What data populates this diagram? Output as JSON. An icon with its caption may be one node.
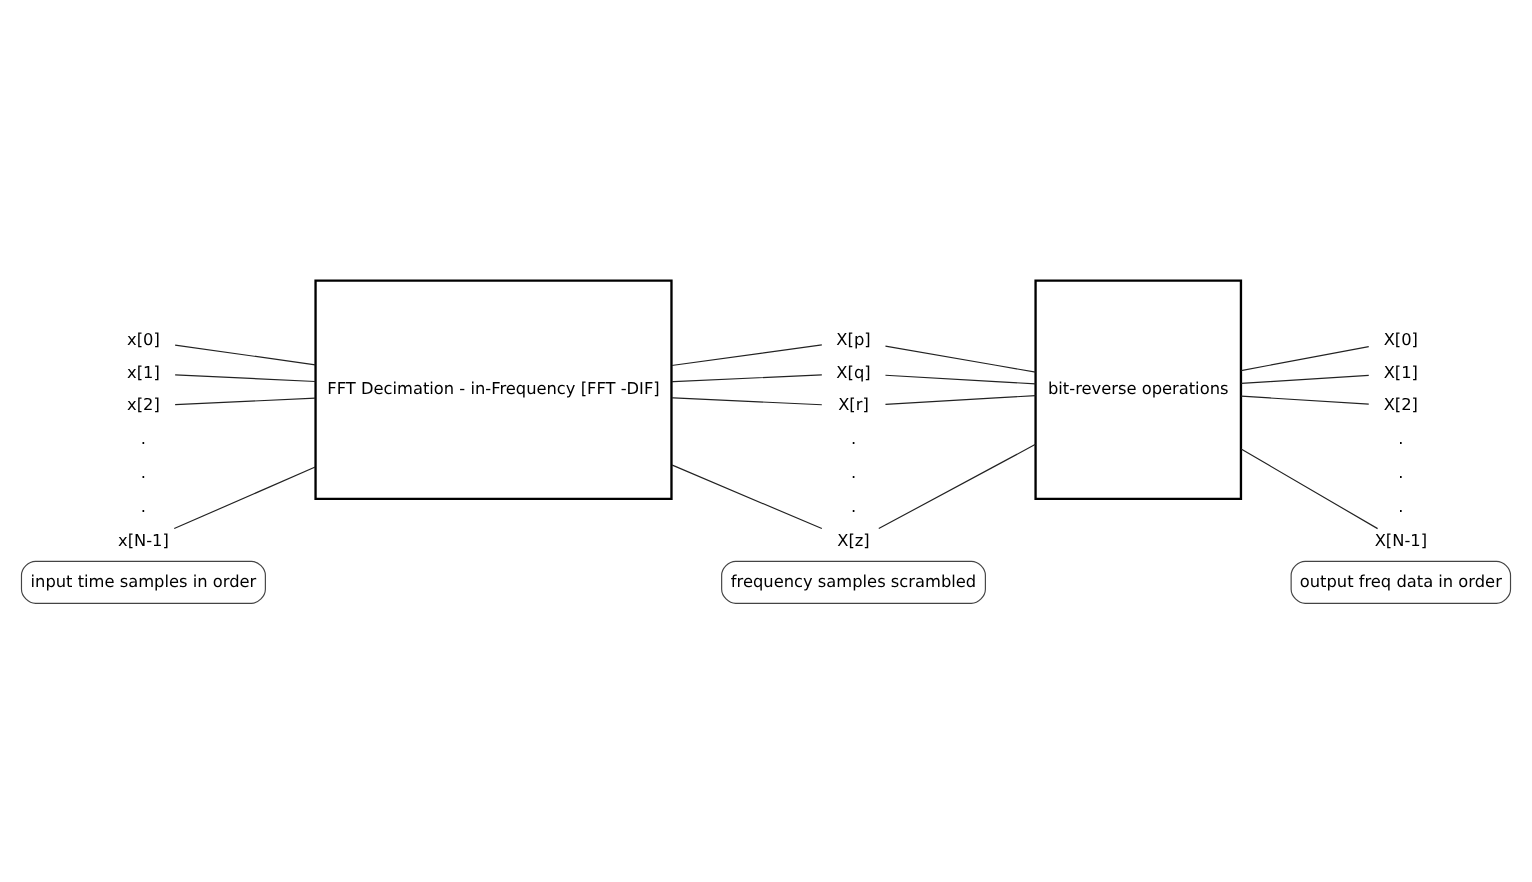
{
  "diagram": {
    "nodes": [
      {
        "text": [
          "x[0]"
        ]
      },
      {
        "text": [
          "x[1]"
        ]
      },
      {
        "text": [
          "x[2]"
        ]
      },
      {
        "text": [
          "x[N-1]"
        ]
      },
      {
        "text": [
          "FFT Decimation - in-Frequency [FFT -DIF]"
        ]
      },
      {
        "text": [
          "X[p]"
        ]
      },
      {
        "text": [
          "X[q]"
        ]
      },
      {
        "text": [
          "X[r]"
        ]
      },
      {
        "text": [
          "X[z]"
        ]
      },
      {
        "text": [
          "bit-reverse operations"
        ]
      },
      {
        "text": [
          "X[0]"
        ]
      },
      {
        "text": [
          "X[1]"
        ]
      },
      {
        "text": [
          "X[2]"
        ]
      },
      {
        "text": [
          "X[N-1]"
        ]
      }
    ],
    "edges": [
      {
        "from": 0,
        "to": 4,
        "arrow": "none"
      },
      {
        "from": 1,
        "to": 4,
        "arrow": "none"
      },
      {
        "from": 2,
        "to": 4,
        "arrow": "none"
      },
      {
        "from": 3,
        "to": 4,
        "arrow": "none"
      },
      {
        "from": 4,
        "to": 5,
        "arrow": "none"
      },
      {
        "from": 4,
        "to": 6,
        "arrow": "none"
      },
      {
        "from": 4,
        "to": 7,
        "arrow": "none"
      },
      {
        "from": 4,
        "to": 8,
        "arrow": "none"
      },
      {
        "from": 5,
        "to": 9,
        "arrow": "none"
      },
      {
        "from": 6,
        "to": 9,
        "arrow": "none"
      },
      {
        "from": 7,
        "to": 9,
        "arrow": "none"
      },
      {
        "from": 8,
        "to": 9,
        "arrow": "none"
      },
      {
        "from": 9,
        "to": 10,
        "arrow": "none"
      },
      {
        "from": 9,
        "to": 11,
        "arrow": "none"
      },
      {
        "from": 9,
        "to": 12,
        "arrow": "none"
      },
      {
        "from": 9,
        "to": 13,
        "arrow": "none"
      }
    ],
    "labels": [
      ".",
      ".",
      ".",
      ".",
      ".",
      ".",
      ".",
      ".",
      ".",
      "input time samples in order",
      "frequency samples scrambled",
      "output freq data in order"
    ]
  }
}
